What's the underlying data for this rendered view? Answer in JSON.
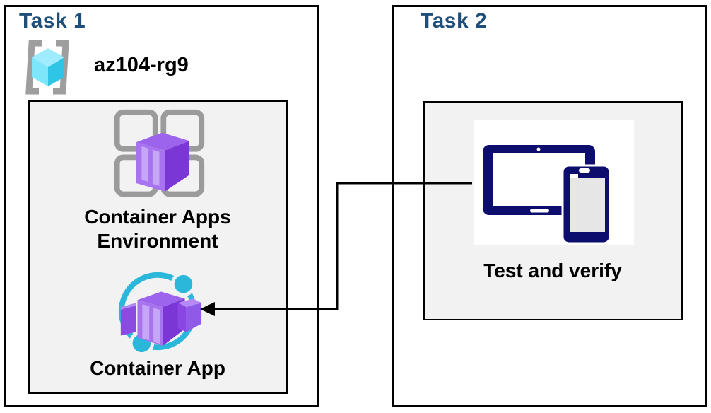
{
  "task1": {
    "title": "Task 1",
    "resource_group_name": "az104-rg9",
    "environment_label": "Container Apps Environment",
    "app_label": "Container App"
  },
  "task2": {
    "title": "Task 2",
    "label": "Test and verify"
  },
  "connector": {
    "type": "elbow-arrow",
    "from": "test-and-verify-icon",
    "to": "container-app-icon",
    "arrowhead_direction": "left"
  },
  "colors": {
    "title_blue": "#1F4E79",
    "inner_box_fill": "#F2F2F2",
    "border_black": "#000000",
    "label_black": "#000000",
    "bracket_gray": "#9E9E9E",
    "grid_square_gray": "#9B9B9B",
    "cube_top_cyan": "#9FEBFF",
    "cube_left_cyan": "#7DE6FB",
    "cube_right_cyan": "#2FC5E6",
    "purple_top": "#9C64EC",
    "purple_front": "#A873EE",
    "purple_side": "#7B36D6",
    "purple_stripe": "#C6A6F6",
    "ring_cyan": "#2BB7DA",
    "device_navy": "#0D0D6E",
    "device_screen_gray": "#E6E6E6"
  }
}
